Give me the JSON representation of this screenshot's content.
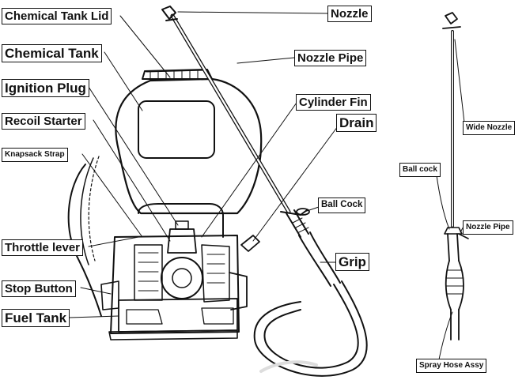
{
  "labels": {
    "chemical_tank_lid": "Chemical Tank Lid",
    "chemical_tank": "Chemical Tank",
    "ignition_plug": "Ignition Plug",
    "recoil_starter": "Recoil Starter",
    "knapsack_strap": "Knapsack Strap",
    "throttle_lever": "Throttle lever",
    "stop_button": "Stop Button",
    "fuel_tank": "Fuel Tank",
    "nozzle": "Nozzle",
    "nozzle_pipe": "Nozzle Pipe",
    "cylinder_fin": "Cylinder Fin",
    "drain": "Drain",
    "ball_cock": "Ball Cock",
    "grip": "Grip",
    "wide_nozzle": "Wide Nozzle",
    "ball_cock_small": "Ball cock",
    "nozzle_pipe_small": "Nozzle Pipe",
    "spray_hose_assy": "Spray Hose Assy"
  }
}
